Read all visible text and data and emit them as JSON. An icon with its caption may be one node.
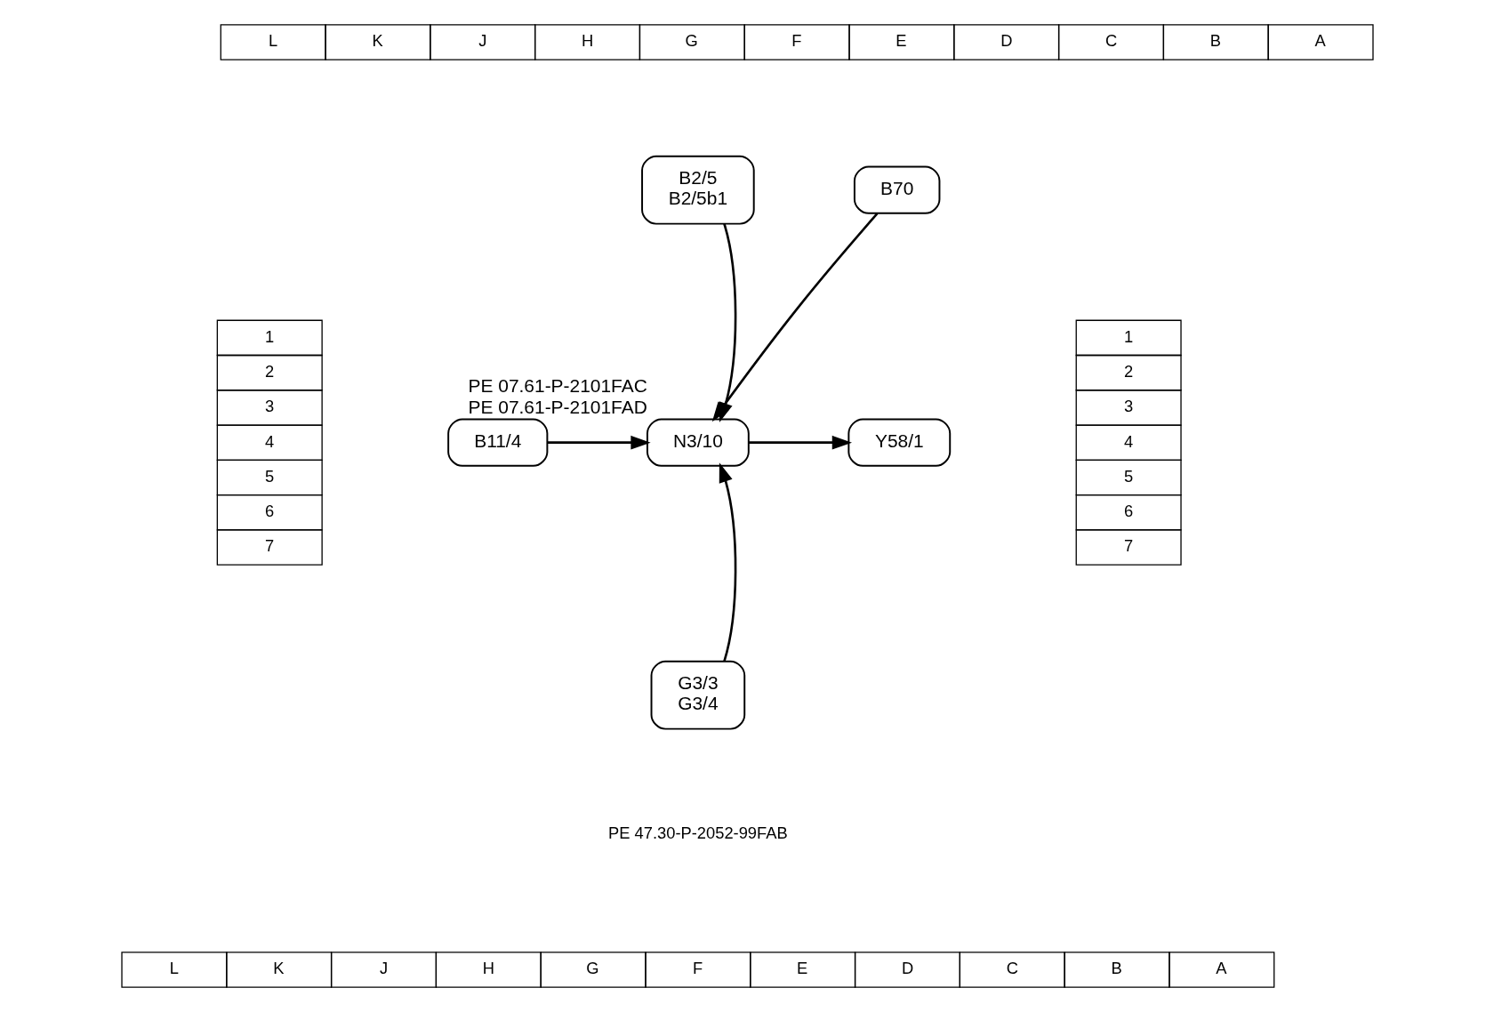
{
  "diagram": {
    "nodes": [
      {
        "text": [
          "B2/5",
          "B2/5b1"
        ]
      },
      {
        "text": [
          "B70"
        ]
      },
      {
        "text": [
          "B11/4"
        ]
      },
      {
        "text": [
          "N3/10"
        ],
        "beside": [
          "PE 07.61-P-2101FAC",
          "PE 07.61-P-2101FAD"
        ]
      },
      {
        "text": [
          "Y58/1"
        ]
      },
      {
        "text": [
          "G3/3",
          "G3/4"
        ]
      }
    ],
    "edges": [
      {
        "from": 0,
        "to": 3,
        "arrow": "to"
      },
      {
        "from": 1,
        "to": 3,
        "arrow": "to"
      },
      {
        "from": 2,
        "to": 3,
        "arrow": "to"
      },
      {
        "from": 3,
        "to": 4,
        "arrow": "to"
      },
      {
        "from": 5,
        "to": 3,
        "arrow": "to"
      }
    ],
    "labels": [
      "L",
      "K",
      "J",
      "H",
      "G",
      "F",
      "E",
      "D",
      "C",
      "B",
      "A",
      "1",
      "2",
      "3",
      "4",
      "5",
      "6",
      "7",
      "1",
      "2",
      "3",
      "4",
      "5",
      "6",
      "7",
      "L",
      "K",
      "J",
      "H",
      "G",
      "F",
      "E",
      "D",
      "C",
      "B",
      "A",
      "PE 47.30-P-2052-99FAB"
    ]
  }
}
